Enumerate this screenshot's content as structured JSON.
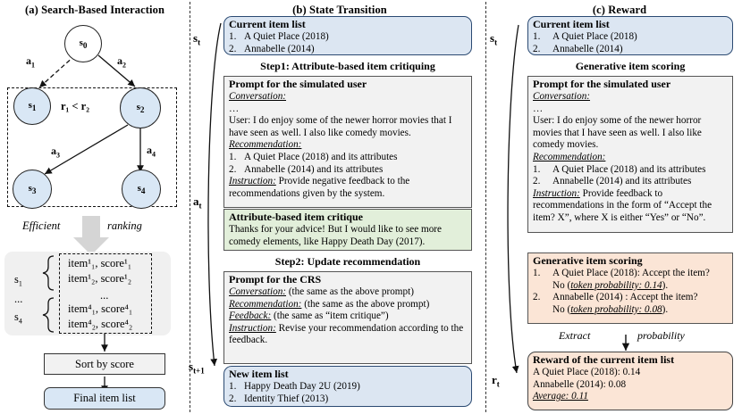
{
  "figure": {
    "panel_a": {
      "title": "(a) Search-Based Interaction",
      "nodes": [
        {
          "id": "s0",
          "label": "s",
          "sub": "0"
        },
        {
          "id": "s1",
          "label": "s",
          "sub": "1"
        },
        {
          "id": "s2",
          "label": "s",
          "sub": "2"
        },
        {
          "id": "s3",
          "label": "s",
          "sub": "3"
        },
        {
          "id": "s4",
          "label": "s",
          "sub": "4"
        }
      ],
      "edges": [
        {
          "label": "a",
          "sub": "1"
        },
        {
          "label": "a",
          "sub": "2"
        },
        {
          "label": "a",
          "sub": "3"
        },
        {
          "label": "a",
          "sub": "4"
        }
      ],
      "reward_compare": "r₁ < r₂",
      "efficient": "Efficient",
      "ranking": "ranking",
      "state_rows": [
        {
          "state": "s",
          "sub": "1",
          "items": [
            "item¹₁, score¹₁",
            "item¹₂, score¹₂"
          ]
        },
        {
          "state": "...",
          "sub": "",
          "items": [
            "..."
          ]
        },
        {
          "state": "s",
          "sub": "4",
          "items": [
            "item⁴₁, score⁴₁",
            "item⁴₂, score⁴₂"
          ]
        }
      ],
      "sort_box": "Sort by score",
      "final_box": "Final item list"
    },
    "panel_b": {
      "title": "(b) State Transition",
      "state_label_top": "s",
      "state_label_top_sub": "t",
      "action_label": "a",
      "action_label_sub": "t",
      "state_label_bottom": "s",
      "state_label_bottom_sub": "t+1",
      "current_item_list": {
        "heading": "Current item list",
        "items": [
          "A Quiet Place (2018)",
          "Annabelle (2014)"
        ]
      },
      "step1_caption": "Step1: Attribute-based item critiquing",
      "prompt_user": {
        "heading": "Prompt for the simulated user",
        "conversation_label": "Conversation:",
        "ellipsis": "…",
        "user_line": "User: I do enjoy some of the newer horror movies that I have seen as well. I also like comedy movies.",
        "recommendation_label": "Recommendation:",
        "recommendations": [
          "A Quiet Place (2018) and its attributes",
          "Annabelle (2014) and its attributes"
        ],
        "instruction_label": "Instruction:",
        "instruction_text": "Provide negative feedback to the recommendations given by the system."
      },
      "critique": {
        "heading": "Attribute-based item critique",
        "text": "Thanks for your advice! But I would like to see more comedy elements, like Happy Death Day (2017)."
      },
      "step2_caption": "Step2: Update recommendation",
      "prompt_crs": {
        "heading": "Prompt for the CRS",
        "conversation_label": "Conversation:",
        "conversation_value": "(the same as the above prompt)",
        "recommendation_label": "Recommendation:",
        "recommendation_value": "(the same as the above prompt)",
        "feedback_label": "Feedback:",
        "feedback_value": "(the same as “item critique”)",
        "instruction_label": "Instruction:",
        "instruction_value": "Revise your recommendation according to the feedback."
      },
      "new_item_list": {
        "heading": "New item list",
        "items": [
          "Happy Death Day 2U (2019)",
          "Identity Thief (2013)"
        ]
      }
    },
    "panel_c": {
      "title": "(c) Reward",
      "state_label_top": "s",
      "state_label_top_sub": "t",
      "reward_label": "r",
      "reward_label_sub": "t",
      "current_item_list": {
        "heading": "Current item list",
        "items": [
          "A Quiet Place (2018)",
          "Annabelle (2014)"
        ]
      },
      "scoring_caption": "Generative item scoring",
      "prompt_user": {
        "heading": "Prompt for the simulated user",
        "conversation_label": "Conversation:",
        "ellipsis": "…",
        "user_line": "User: I do enjoy some of the newer horror movies that I have seen as well. I also like comedy movies.",
        "recommendation_label": "Recommendation:",
        "recommendations": [
          "A Quiet Place (2018) and its attributes",
          "Annabelle (2014) and its attributes"
        ],
        "instruction_label": "Instruction:",
        "instruction_text": "Provide feedback to recommendations in the form of “Accept the item? X”, where X is either “Yes” or “No”."
      },
      "scoring": {
        "heading": "Generative item scoring",
        "entries": [
          {
            "item": "A Quiet Place (2018): Accept the item?",
            "answer_prefix": "No (",
            "prob_label": "token probability: 0.14",
            "answer_suffix": ")."
          },
          {
            "item": "Annabelle  (2014) : Accept the item?",
            "answer_prefix": "No (",
            "prob_label": "token probability: 0.08",
            "answer_suffix": ")."
          }
        ]
      },
      "extract_label": "Extract",
      "probability_label": "probability",
      "reward_box": {
        "heading": "Reward of the current item list",
        "lines": [
          "A Quiet Place (2018): 0.14",
          "Annabelle (2014): 0.08"
        ],
        "average": "Average: 0.11"
      }
    },
    "colors": {
      "blue_panel": "#dce6f2",
      "grey_panel": "#f2f2f2",
      "green_panel": "#e2efda",
      "orange_panel": "#fbe5d6",
      "node_fill": "#d9e7f5",
      "stroke": "#333333"
    }
  }
}
